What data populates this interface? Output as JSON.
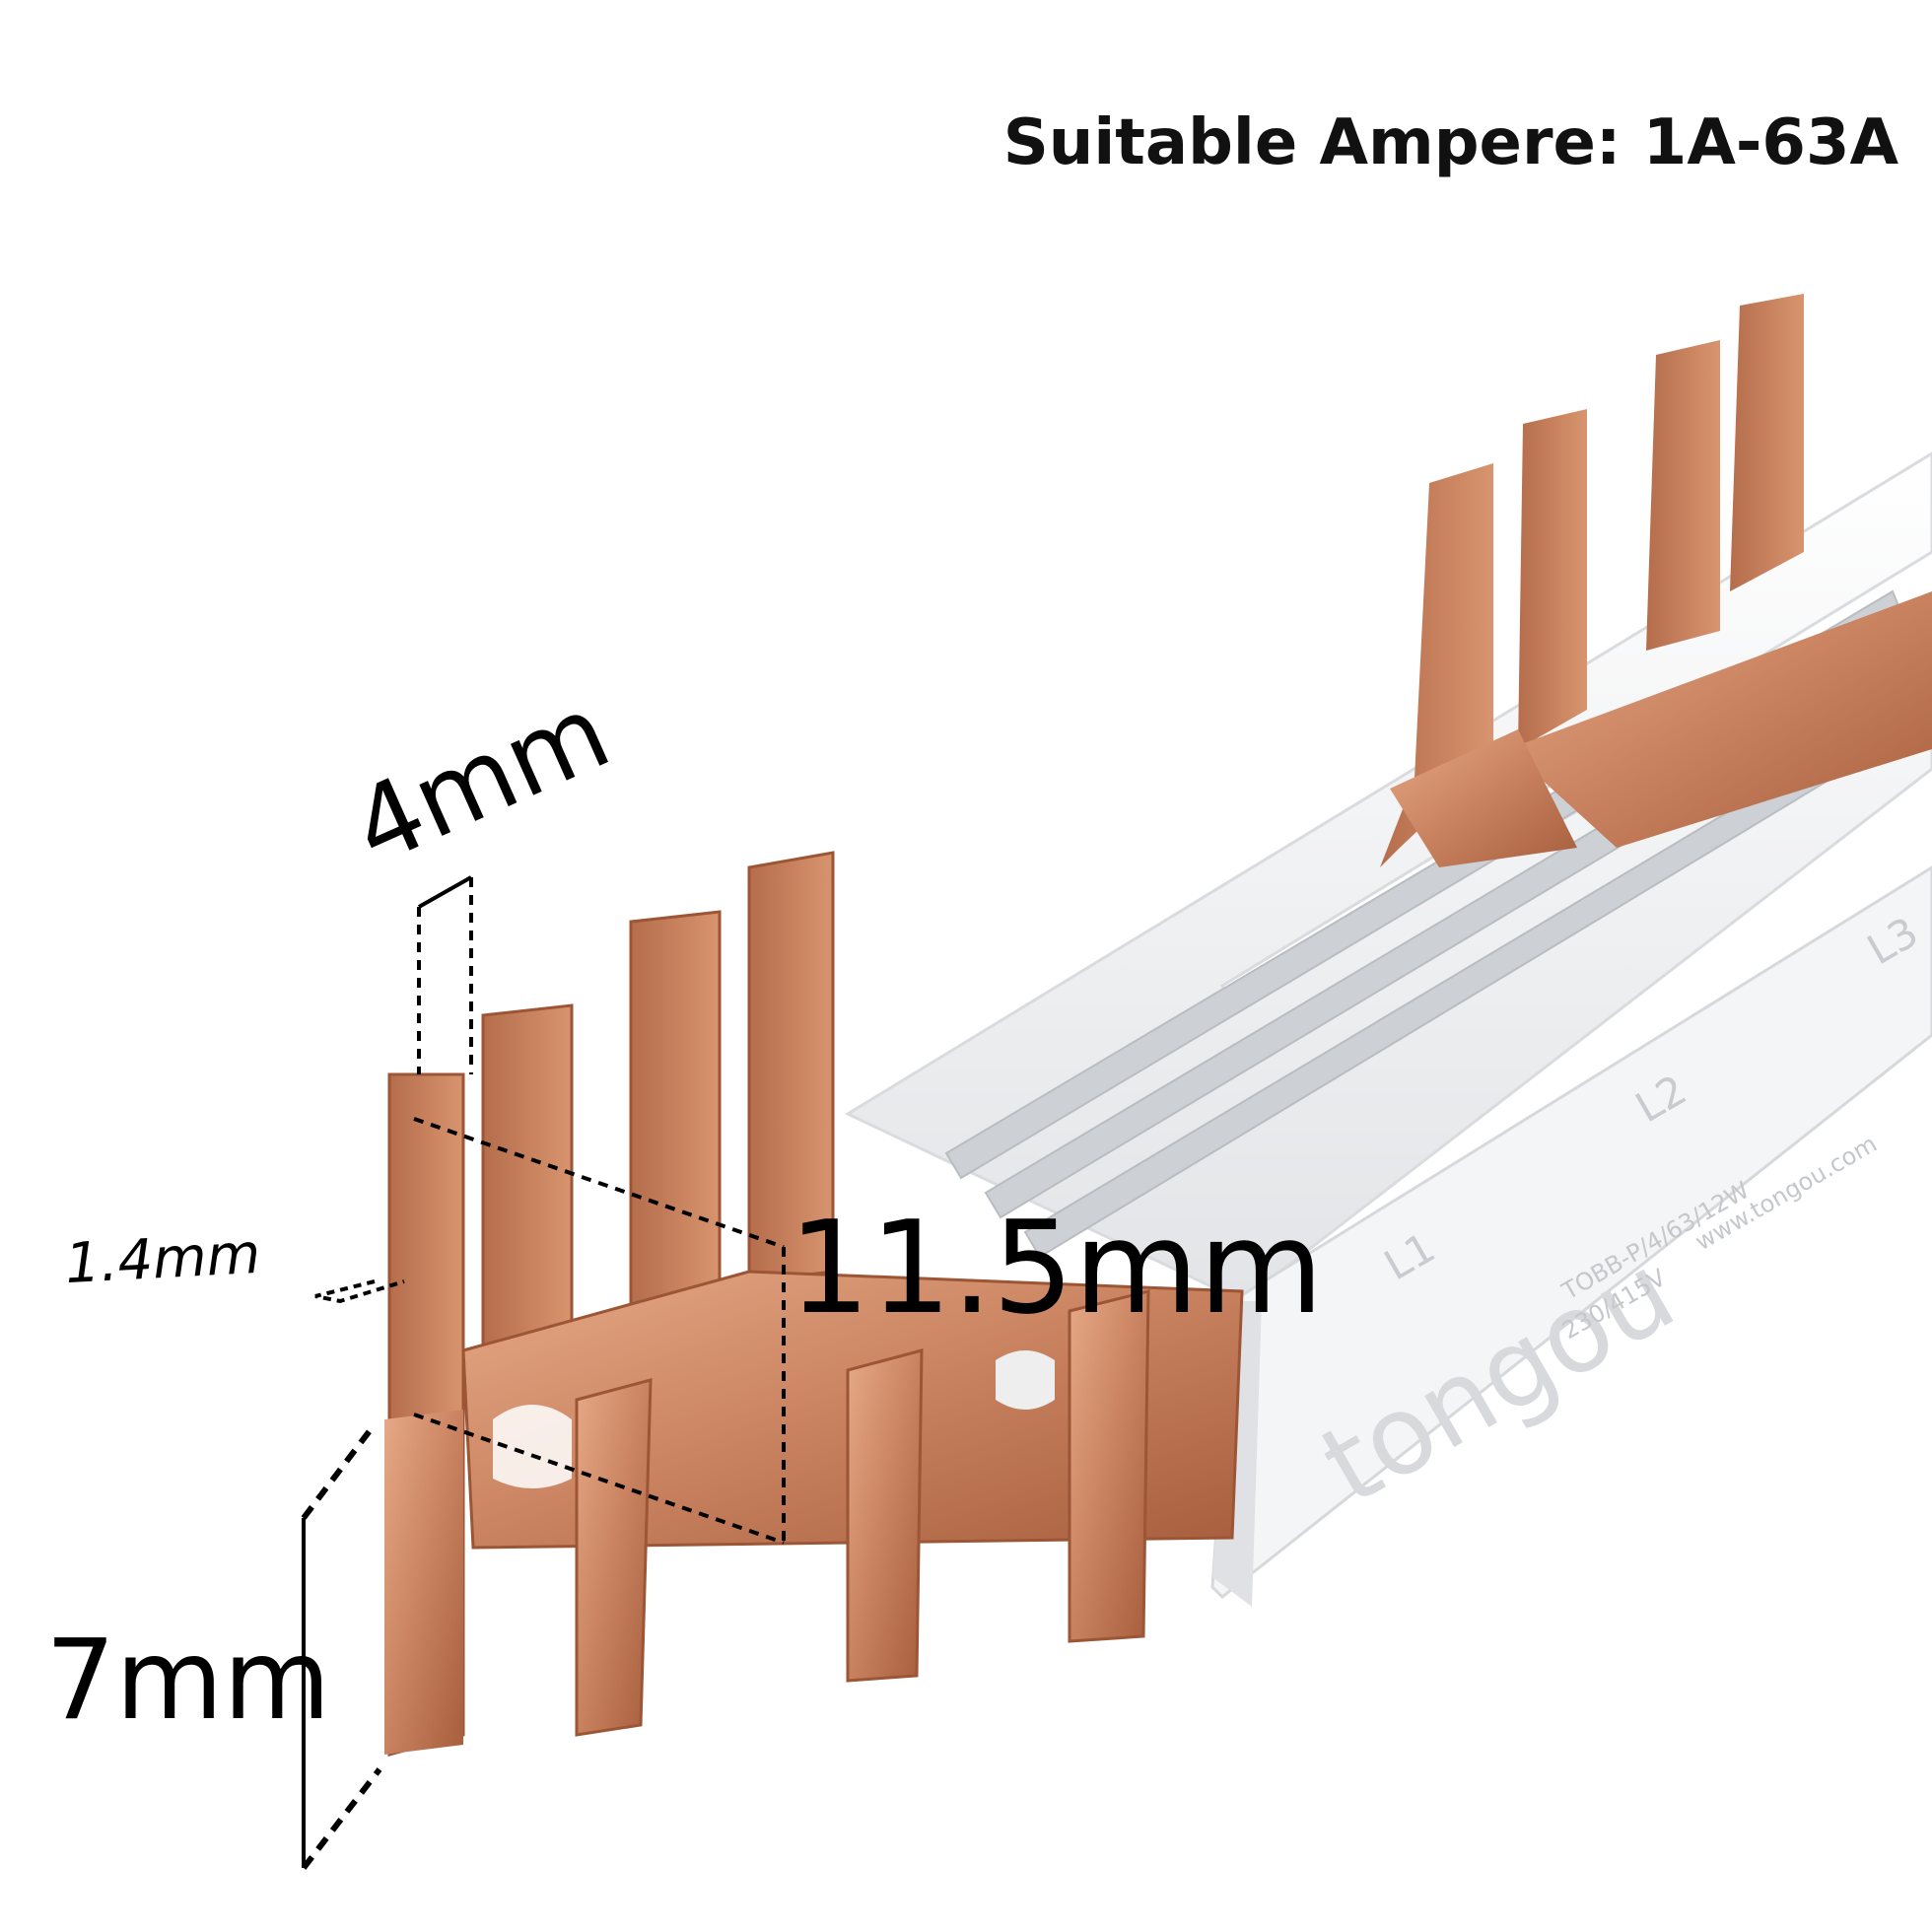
{
  "headline": "Suitable Ampere: 1A-63A",
  "dimensions": {
    "pin_width": "4mm",
    "thickness": "1.4mm",
    "pitch": "11.5mm",
    "height": "7mm"
  },
  "product_marking": {
    "brand": "tongou",
    "phase_labels": [
      "L1",
      "L2",
      "L3"
    ],
    "spec_line_1": "TOBB-P/4/63/12W",
    "spec_line_2": "230/415V",
    "website": "www.tongou.com"
  },
  "colors": {
    "copper": "#c9825f",
    "copper_dark": "#a9603f",
    "copper_light": "#e3a584",
    "housing": "#f2f3f5",
    "housing_shadow": "#d4d7db",
    "rod": "#cfd2d6"
  }
}
